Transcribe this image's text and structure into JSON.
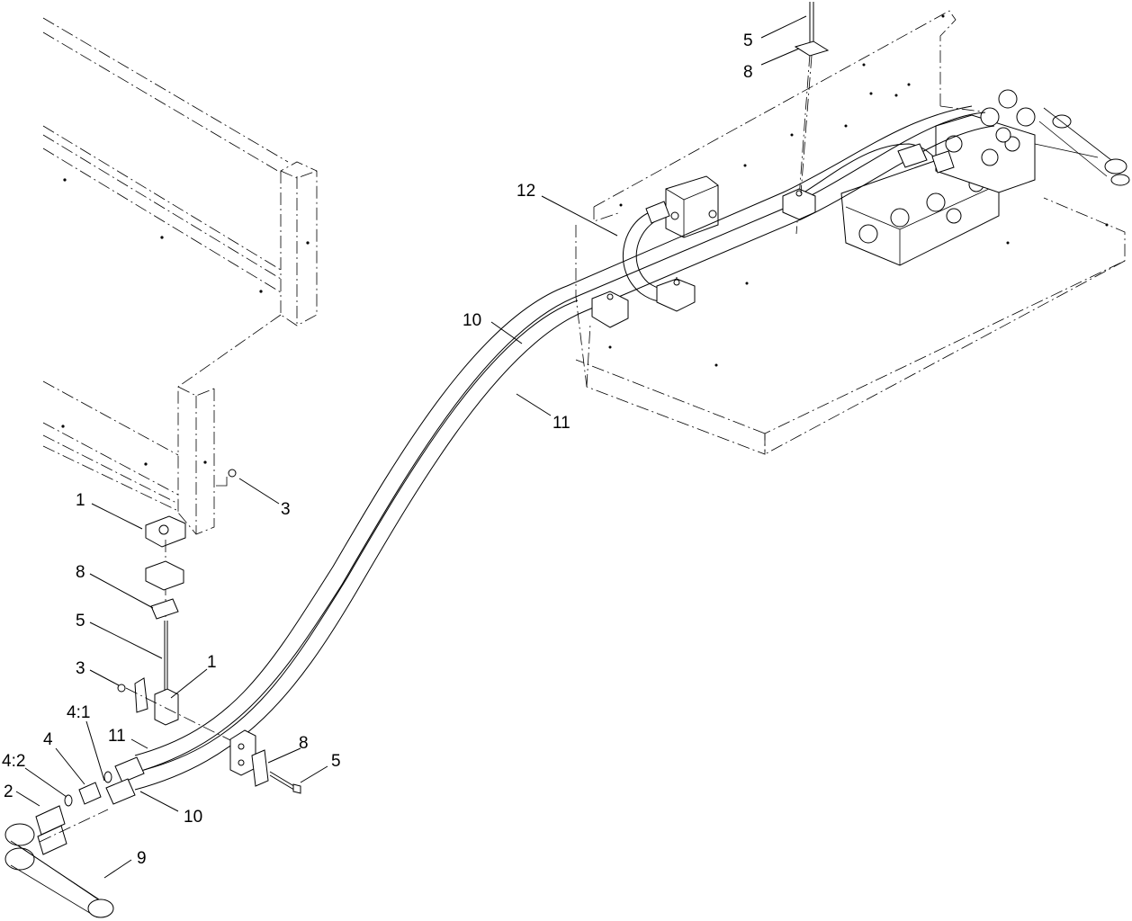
{
  "diagram": {
    "callouts": [
      {
        "id": "c-5-top",
        "text": "5"
      },
      {
        "id": "c-8-top",
        "text": "8"
      },
      {
        "id": "c-12",
        "text": "12"
      },
      {
        "id": "c-10-mid",
        "text": "10"
      },
      {
        "id": "c-11-mid",
        "text": "11"
      },
      {
        "id": "c-3-upper",
        "text": "3"
      },
      {
        "id": "c-1-upper",
        "text": "1"
      },
      {
        "id": "c-8-left",
        "text": "8"
      },
      {
        "id": "c-5-left",
        "text": "5"
      },
      {
        "id": "c-3-lower",
        "text": "3"
      },
      {
        "id": "c-1-lower",
        "text": "1"
      },
      {
        "id": "c-4-1",
        "text": "4:1"
      },
      {
        "id": "c-11-low",
        "text": "11"
      },
      {
        "id": "c-8-right",
        "text": "8"
      },
      {
        "id": "c-5-right",
        "text": "5"
      },
      {
        "id": "c-4",
        "text": "4"
      },
      {
        "id": "c-4-2",
        "text": "4:2"
      },
      {
        "id": "c-2",
        "text": "2"
      },
      {
        "id": "c-10-low",
        "text": "10"
      },
      {
        "id": "c-9",
        "text": "9"
      }
    ]
  }
}
